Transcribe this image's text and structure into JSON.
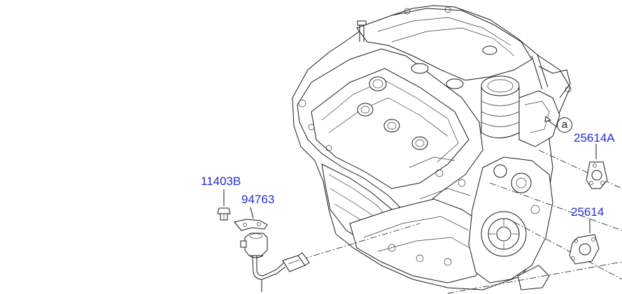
{
  "colors": {
    "label": "#1f2fd0",
    "line": "#1a1a1a",
    "background": "#ffffff"
  },
  "parts": [
    {
      "id": "p1",
      "number": "11403B"
    },
    {
      "id": "p2",
      "number": "94763"
    },
    {
      "id": "p3",
      "number": "25614A"
    },
    {
      "id": "p4",
      "number": "25614"
    }
  ],
  "callouts": {
    "a": "a"
  }
}
